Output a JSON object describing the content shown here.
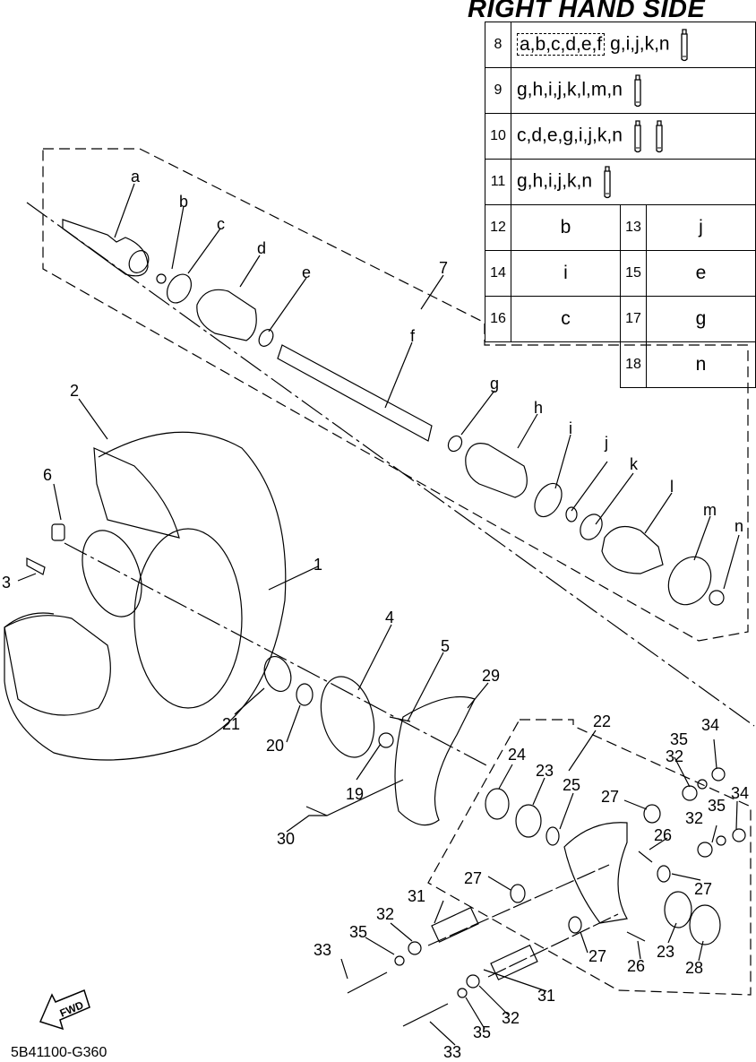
{
  "header": {
    "title": "RIGHT HAND SIDE"
  },
  "footer": {
    "drawing_code": "5B41100-G360"
  },
  "kit_table": {
    "rows": [
      {
        "num": "8",
        "boxed": "a,b,c,d,e,f",
        "rest": "g,i,j,k,n",
        "tubes": 1
      },
      {
        "num": "9",
        "boxed": "",
        "rest": "g,h,i,j,k,l,m,n",
        "tubes": 1
      },
      {
        "num": "10",
        "boxed": "",
        "rest": "c,d,e,g,i,j,k,n",
        "tubes": 2
      },
      {
        "num": "11",
        "boxed": "",
        "rest": "g,h,i,j,k,n",
        "tubes": 1
      }
    ],
    "pairs": [
      {
        "n1": "12",
        "v1": "b",
        "n2": "13",
        "v2": "j"
      },
      {
        "n1": "14",
        "v1": "i",
        "n2": "15",
        "v2": "e"
      },
      {
        "n1": "16",
        "v1": "c",
        "n2": "17",
        "v2": "g"
      },
      {
        "n1": "",
        "v1": "",
        "n2": "18",
        "v2": "n"
      }
    ]
  },
  "callouts": {
    "a": "a",
    "b": "b",
    "c": "c",
    "d": "d",
    "e": "e",
    "f": "f",
    "g": "g",
    "h": "h",
    "i": "i",
    "j": "j",
    "k": "k",
    "l": "l",
    "m": "m",
    "n": "n",
    "p1": "1",
    "p2": "2",
    "p3": "3",
    "p4": "4",
    "p5": "5",
    "p6": "6",
    "p7": "7",
    "p19": "19",
    "p20": "20",
    "p21": "21",
    "p22": "22",
    "p23a": "23",
    "p23b": "23",
    "p24": "24",
    "p25": "25",
    "p26a": "26",
    "p26b": "26",
    "p27a": "27",
    "p27b": "27",
    "p27c": "27",
    "p27d": "27",
    "p28": "28",
    "p29": "29",
    "p30": "30",
    "p31a": "31",
    "p31b": "31",
    "p32a": "32",
    "p32b": "32",
    "p32c": "32",
    "p32d": "32",
    "p33a": "33",
    "p33b": "33",
    "p34a": "34",
    "p34b": "34",
    "p35a": "35",
    "p35b": "35",
    "p35c": "35",
    "p35d": "35"
  },
  "fwd_label": "FWD"
}
